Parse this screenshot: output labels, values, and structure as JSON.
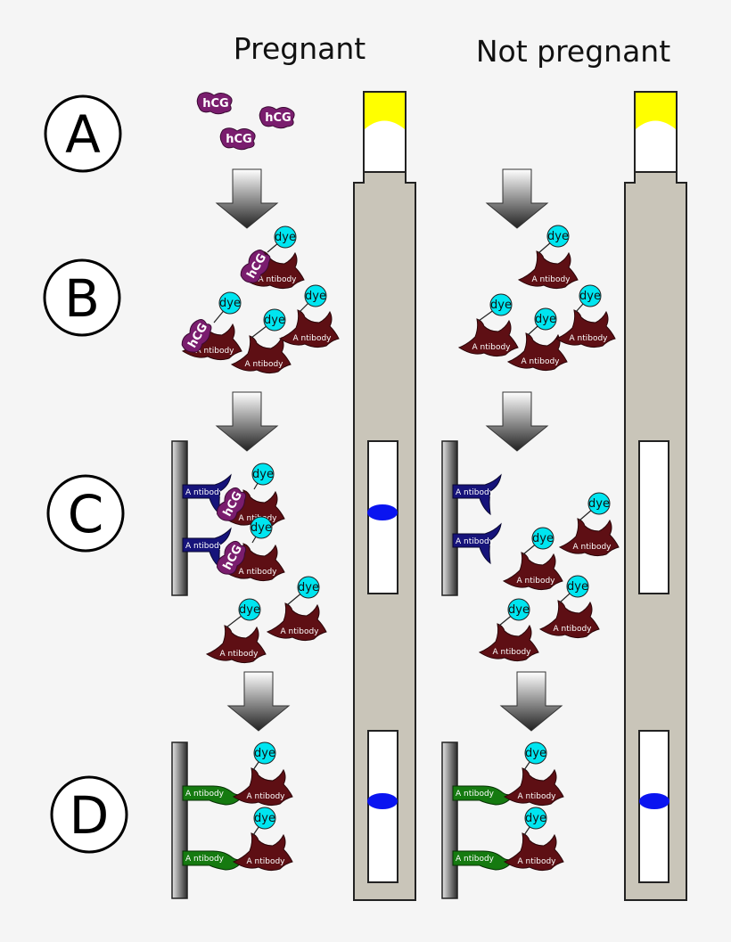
{
  "columns": {
    "left": "Pregnant",
    "right": "Not pregnant"
  },
  "steps": [
    "A",
    "B",
    "C",
    "D"
  ],
  "labels": {
    "hcg": "hCG",
    "dye": "dye",
    "antibody": "A ntibody"
  },
  "colors": {
    "background": "#f5f5f5",
    "test_strip": "#c9c5b9",
    "hcg_protein": "#7a1d6e",
    "dye_circle": "#00e5f0",
    "free_antibody": "#5e0f14",
    "capture_antibody_test_zone": "#16137a",
    "capture_antibody_control_zone": "#157a10",
    "result_line": "#0a14f0",
    "urine_sample": "#ffff00"
  },
  "outcome": {
    "pregnant": {
      "test_line": true,
      "control_line": true
    },
    "not_pregnant": {
      "test_line": false,
      "control_line": true
    }
  }
}
